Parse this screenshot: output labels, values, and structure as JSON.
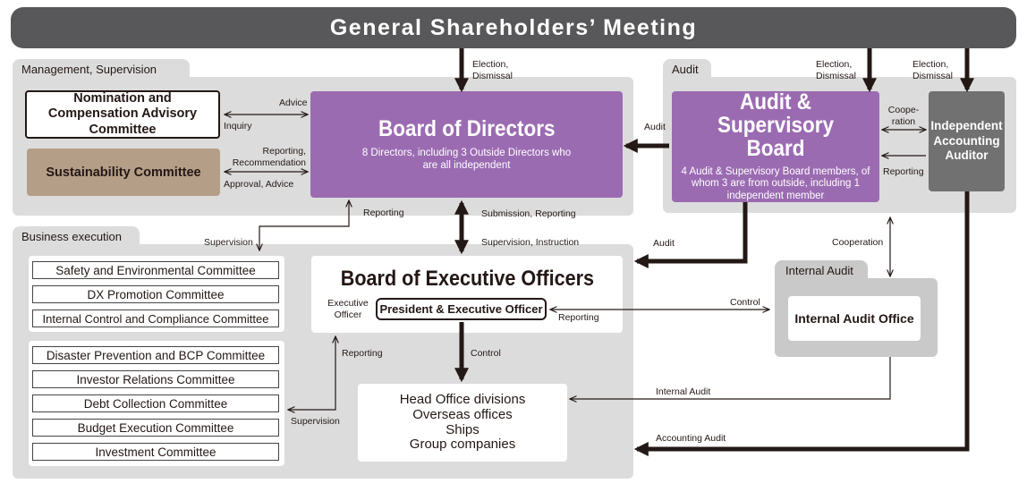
{
  "top": {
    "gsm": "General Shareholders’ Meeting"
  },
  "regions": {
    "management_supervision": "Management, Supervision",
    "audit": "Audit",
    "business_execution": "Business execution",
    "internal_audit": "Internal Audit"
  },
  "nodes": {
    "nomination_committee": "Nomination and Compensation Advisory Committee",
    "sustainability_committee": "Sustainability Committee",
    "board_of_directors": {
      "title": "Board of Directors",
      "subtitle": "8 Directors, including 3 Outside Directors who are all independent"
    },
    "audit_board": {
      "title": "Audit & Supervisory Board",
      "subtitle": "4 Audit & Supervisory Board members, of whom 3 are from outside, including 1 independent member"
    },
    "accounting_auditor": "Independent Accounting Auditor",
    "board_exec_officers": "Board of Executive Officers",
    "executive_officer_label": "Executive Officer",
    "president": "President & Executive Officer",
    "internal_audit_office": "Internal Audit Office",
    "head_office": [
      "Head Office divisions",
      "Overseas offices",
      "Ships",
      "Group companies"
    ]
  },
  "committees_group1": [
    "Safety and Environmental Committee",
    "DX Promotion Committee",
    "Internal Control and Compliance Committee"
  ],
  "committees_group2": [
    "Disaster Prevention and BCP Committee",
    "Investor Relations Committee",
    "Debt Collection Committee",
    "Budget Execution Committee",
    "Investment Committee"
  ],
  "labels": {
    "election_dismissal": "Election, Dismissal",
    "advice": "Advice",
    "inquiry": "Inquiry",
    "reporting_recommendation": "Reporting, Recommendation",
    "approval_advice": "Approval, Advice",
    "audit": "Audit",
    "cooperation_short": "Coope-ration",
    "reporting": "Reporting",
    "submission_reporting": "Submission, Reporting",
    "supervision_instruction": "Supervision, Instruction",
    "supervision": "Supervision",
    "cooperation": "Cooperation",
    "control": "Control",
    "internal_audit": "Internal Audit",
    "accounting_audit": "Accounting Audit"
  }
}
